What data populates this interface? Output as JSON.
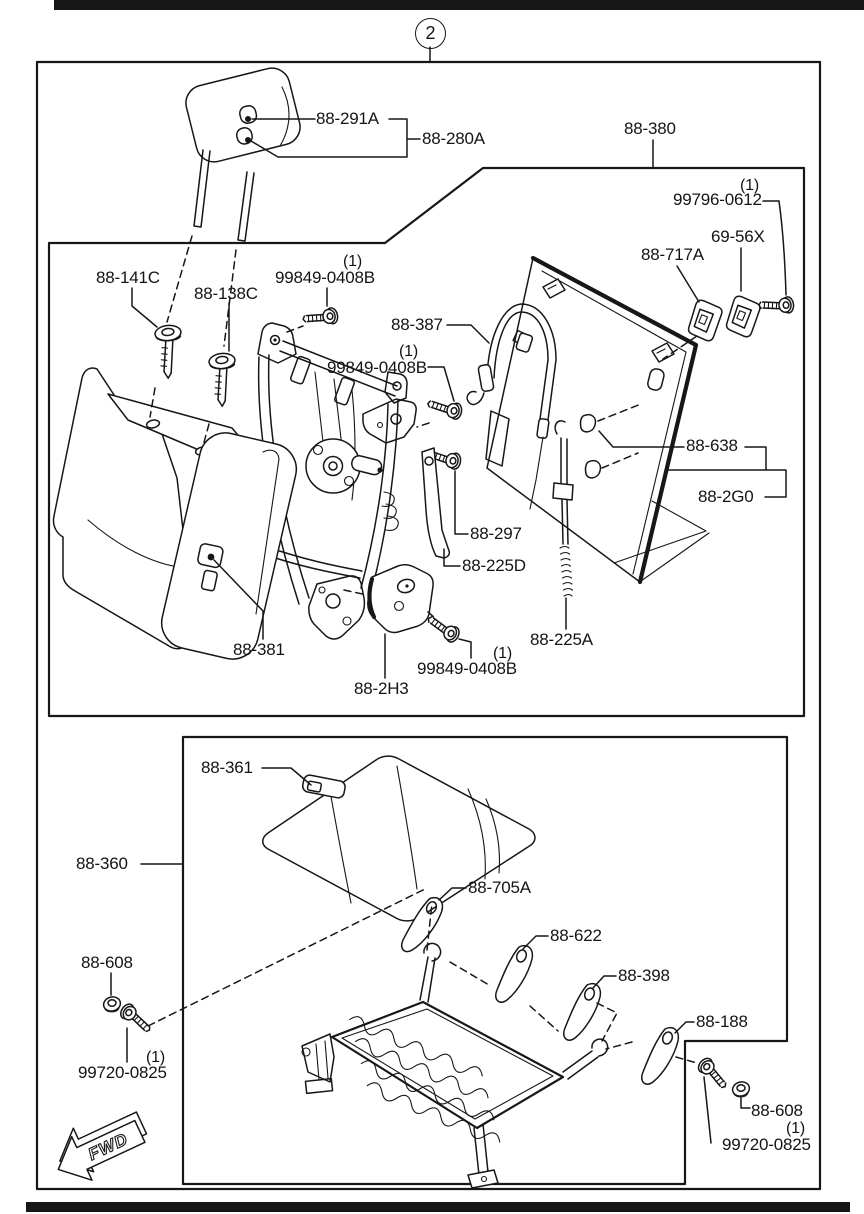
{
  "figure": {
    "view_callout": "2",
    "direction_label": "FWD",
    "qty_one": "(1)"
  },
  "parts": {
    "headrest_guide": "88-291A",
    "headrest": "88-280A",
    "seat_back_board": "88-380",
    "screw_99796_0612": "99796-0612",
    "retainer_69_56x": "69-56X",
    "retainer_88_717a": "88-717A",
    "screw_88_141c": "88-141C",
    "screw_88_138c": "88-138C",
    "screw_99849_0408b": "99849-0408B",
    "cable_88_387": "88-387",
    "clip_88_638": "88-638",
    "board_88_2g0": "88-2G0",
    "bolt_88_297": "88-297",
    "bracket_88_225d": "88-225D",
    "rod_88_225a": "88-225A",
    "knob_88_381": "88-381",
    "cover_88_2h3": "88-2H3",
    "seat_cushion": "88-360",
    "strap_88_361": "88-361",
    "bracket_88_705a": "88-705A",
    "nut_88_608": "88-608",
    "bolt_99720_0825": "99720-0825",
    "hinge_cover_88_622": "88-622",
    "hinge_cover_88_398": "88-398",
    "hinge_cover_88_188": "88-188"
  }
}
